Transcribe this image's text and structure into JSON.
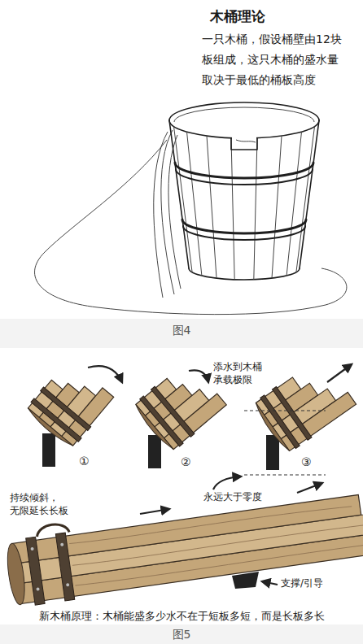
{
  "diagram": {
    "title": "木桶理论",
    "labels": [
      "一只木桶，假设桶壁由12块 板组成，这只木桶的盛水量 取决于最低的桶板高度",
      "图4",
      "添水到木桶 承载极限",
      "①",
      "②",
      "③",
      "持续倾斜， 无限延长长板",
      "永远大于零度",
      "支撑/引导",
      "新木桶原理：木桶能盛多少水不在于短板多短，而是长板多长",
      "图5"
    ]
  }
}
